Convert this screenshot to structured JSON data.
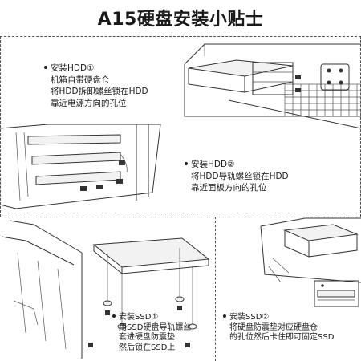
{
  "page": {
    "title": "A15硬盘安装小贴士"
  },
  "sections": {
    "hdd1": {
      "heading": "安装HDD①",
      "lines": [
        "机箱自带硬盘仓",
        "将HDD拆卸螺丝锁在HDD",
        "靠近电源方向的孔位"
      ]
    },
    "hdd2": {
      "heading": "安装HDD②",
      "lines": [
        "将HDD导轨螺丝锁在HDD",
        "靠近面板方向的孔位"
      ]
    },
    "ssd1": {
      "heading": "安装SSD①",
      "lines": [
        "用SSD硬盘导轨螺丝",
        "套进硬盘防震垫",
        "然后锁在SSD上"
      ]
    },
    "ssd2": {
      "heading": "安装SSD②",
      "lines": [
        "将硬盘防震垫对应硬盘仓",
        "的孔位然后卡住即可固定SSD"
      ]
    }
  },
  "icons": {
    "bullet": "bullet-dot",
    "screw": "screw-icon",
    "grommet": "grommet-icon"
  }
}
